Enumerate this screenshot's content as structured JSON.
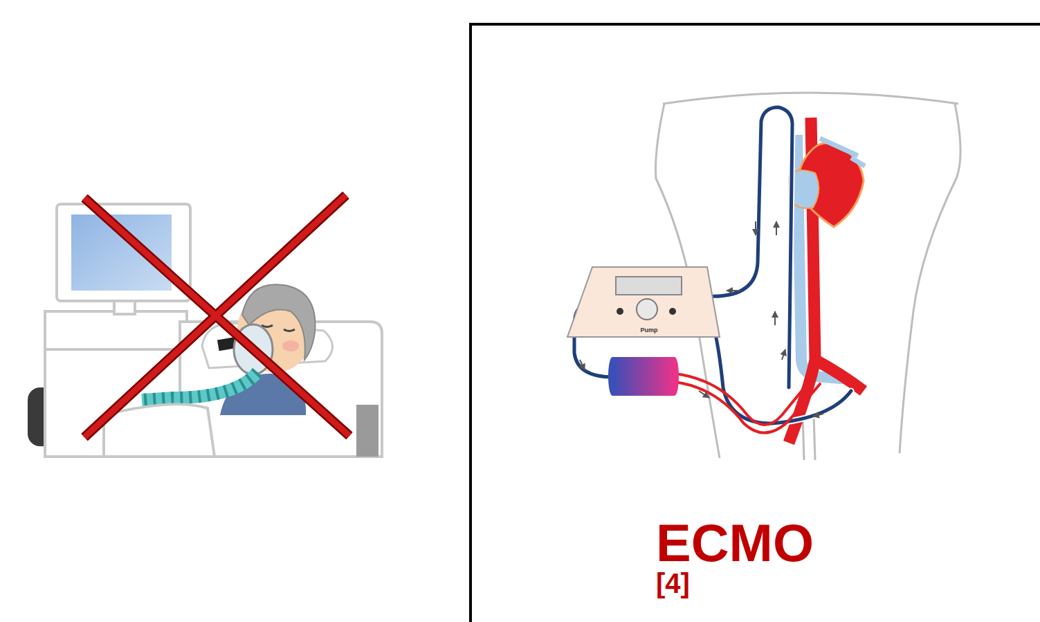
{
  "diagram": {
    "nodes": [
      {
        "text": [
          "ECMO",
          "[4]"
        ]
      }
    ],
    "labels": [
      "Pump"
    ]
  }
}
